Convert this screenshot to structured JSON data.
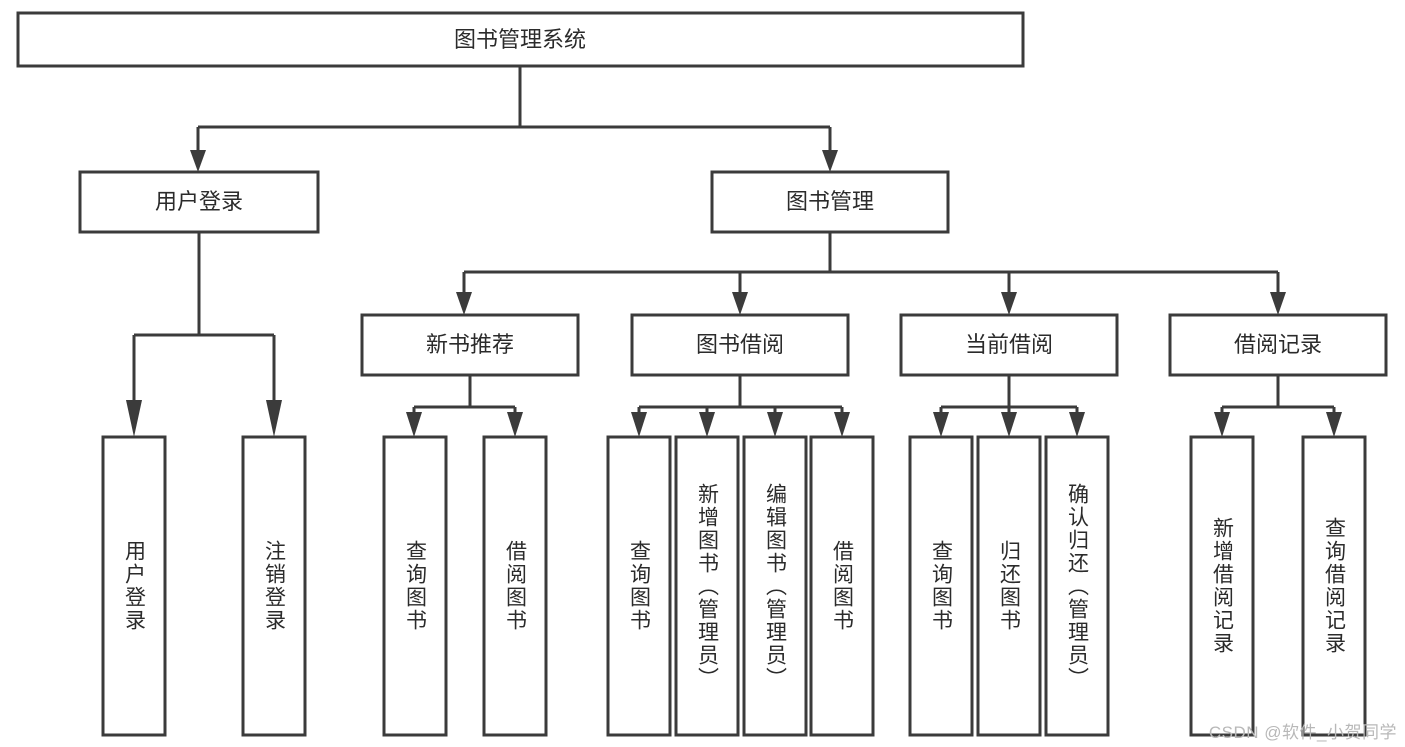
{
  "diagram": {
    "title": "图书管理系统",
    "type": "hierarchy-tree",
    "watermark": "CSDN @软件_小贺同学",
    "root": {
      "label": "图书管理系统"
    },
    "level2": [
      {
        "label": "用户登录"
      },
      {
        "label": "图书管理"
      }
    ],
    "level3": [
      {
        "label": "新书推荐"
      },
      {
        "label": "图书借阅"
      },
      {
        "label": "当前借阅"
      },
      {
        "label": "借阅记录"
      }
    ],
    "leaves": {
      "user_login": [
        {
          "label": "用户登录"
        },
        {
          "label": "注销登录"
        }
      ],
      "new_book_recommend": [
        {
          "label": "查询图书"
        },
        {
          "label": "借阅图书"
        }
      ],
      "book_borrow": [
        {
          "label": "查询图书"
        },
        {
          "label": "新增图书（管理员）"
        },
        {
          "label": "编辑图书（管理员）"
        },
        {
          "label": "借阅图书"
        }
      ],
      "current_borrow": [
        {
          "label": "查询图书"
        },
        {
          "label": "归还图书"
        },
        {
          "label": "确认归还（管理员）"
        }
      ],
      "borrow_record": [
        {
          "label": "新增借阅记录"
        },
        {
          "label": "查询借阅记录"
        }
      ]
    },
    "colors": {
      "box_stroke": "#3b3b3b",
      "box_fill": "#ffffff",
      "text": "#2b2b2b",
      "background": "#ffffff",
      "watermark": "#b8b8b8"
    }
  }
}
